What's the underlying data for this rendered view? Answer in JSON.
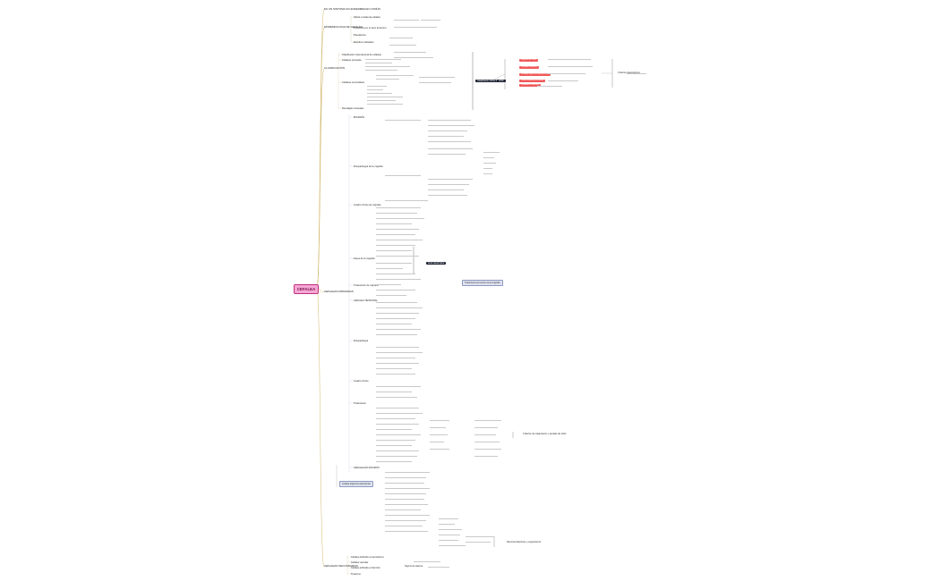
{
  "diagram": {
    "root": "CEFALEA",
    "branches": {
      "def": "ES UN SINTOMA NO ENFERMEDAD COMÚN",
      "epi": "EPIDEMIOLOGIA DE CEFALEA",
      "class": "CLASIFICACIÓN",
      "prim": "CEFALEAS PRIMARIAS",
      "sec": "CEFALEAS SECUNDARIAS"
    },
    "epi_items": [
      "Afecta a todas las edades",
      "Predomina en el sexo femenino",
      "Prevalencia",
      "Estudios realizados"
    ],
    "class_items": [
      "Clasificación internacional de cefaleas",
      "Cefaleas primarias",
      "Cefaleas secundarias",
      "Neuralgias craneales"
    ],
    "class_center": "Clasificación ICHD-3 · 2018",
    "class_pink": [
      "Migraña sin aura",
      "Cefalea tensional",
      "Cefalea trigémino-autonómica",
      "Otras cefaleas primarias",
      "Cefalea en racimos"
    ],
    "class_right": "Criterios diagnósticos",
    "prim_groups": [
      "MIGRAÑA",
      "Fisiopatología de la migraña",
      "Cuadro clínico de migraña",
      "Fases de la migraña",
      "Tratamiento de migraña",
      "CEFALEA TENSIONAL",
      "Fisiopatología",
      "Cuadro clínico",
      "Tratamiento",
      "CEFALEA EN RACIMOS"
    ],
    "prim_dark": "Aura visual típica",
    "prim_box": "Tratamiento preventivo de la migraña",
    "prim_bottom_box": "Cefalea trigémino-autonómica",
    "right_box_a": "Criterios de tratamiento y escalas de dolor",
    "right_box_b": "Recomendaciones y seguimiento",
    "sec_items": [
      "Cefalea atribuida a traumatismo",
      "Cefalea vascular",
      "Cefalea atribuida a infección",
      "Trastorno"
    ],
    "sec_right": "Signos de alarma"
  }
}
